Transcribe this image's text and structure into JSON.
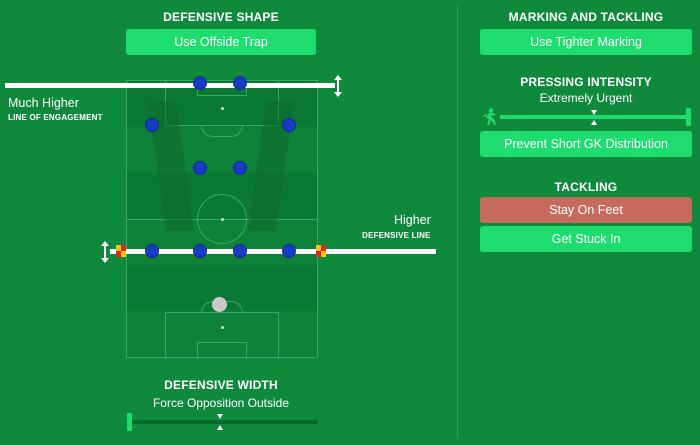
{
  "defensive_shape": {
    "title": "DEFENSIVE SHAPE",
    "offside_button": "Use Offside Trap"
  },
  "line_of_engagement": {
    "value": "Much Higher",
    "label": "LINE OF ENGAGEMENT"
  },
  "defensive_line": {
    "value": "Higher",
    "label": "DEFENSIVE LINE"
  },
  "defensive_width": {
    "title": "DEFENSIVE WIDTH",
    "value": "Force Opposition Outside",
    "level": 0.5
  },
  "marking_and_tackling": {
    "title": "MARKING AND TACKLING",
    "marking_button": "Use Tighter Marking"
  },
  "pressing_intensity": {
    "title": "PRESSING INTENSITY",
    "value": "Extremely Urgent",
    "level": 0.5,
    "gk_button": "Prevent Short GK Distribution"
  },
  "tackling": {
    "title": "TACKLING",
    "stay_on_feet": "Stay On Feet",
    "get_stuck_in": "Get Stuck In"
  },
  "colors": {
    "background": "#0f8a3c",
    "button_green": "#1fdc6e",
    "button_red": "#c56a5c",
    "player": "#1a3bc4",
    "goalkeeper": "#c9c9c9"
  }
}
